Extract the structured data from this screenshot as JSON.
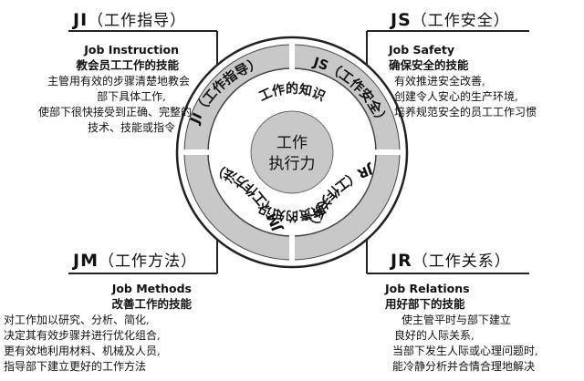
{
  "quadrants": {
    "ji": {
      "code": "JI",
      "title_cn": "（工作指导）",
      "en": "Job Instruction",
      "cn": "教会员工工作的技能",
      "lines": [
        "主管用有效的步骤清楚地教会",
        "部下具体工作,",
        "使部下很快接受到正确、完整的",
        "技术、技能或指令"
      ]
    },
    "js": {
      "code": "JS",
      "title_cn": "（工作安全）",
      "en": "Job Safety",
      "cn": "确保安全的技能",
      "lines": [
        "有效推进安全改善,",
        "创建令人安心的生产环境,",
        "培养规范安全的员工工作习惯"
      ]
    },
    "jm": {
      "code": "JM",
      "title_cn": "（工作方法）",
      "en": "Job Methods",
      "cn": "改善工作的技能",
      "lines": [
        "对工作加以研究、分析、简化,",
        "决定其有效步骤并进行优化组合,",
        "更有效地利用材料、机械及人员,",
        "指导部下建立更好的工作方法"
      ]
    },
    "jr": {
      "code": "JR",
      "title_cn": "（工作关系）",
      "en": "Job Relations",
      "cn": "用好部下的技能",
      "lines": [
        "使主管平时与部下建立",
        "良好的人际关系,",
        "当部下发生人际或心理问题时,",
        "能冷静分析并合情合理地解决"
      ]
    }
  },
  "ring": {
    "ji": "JI（工作指导）",
    "js": "JS（工作安全）",
    "jr": "JR（工作关系）",
    "jm": "JM（工作方法）"
  },
  "inner": {
    "top": "工作的知识",
    "bottom": "职责的知识"
  },
  "center": {
    "line1": "工作",
    "line2": "执行力"
  }
}
